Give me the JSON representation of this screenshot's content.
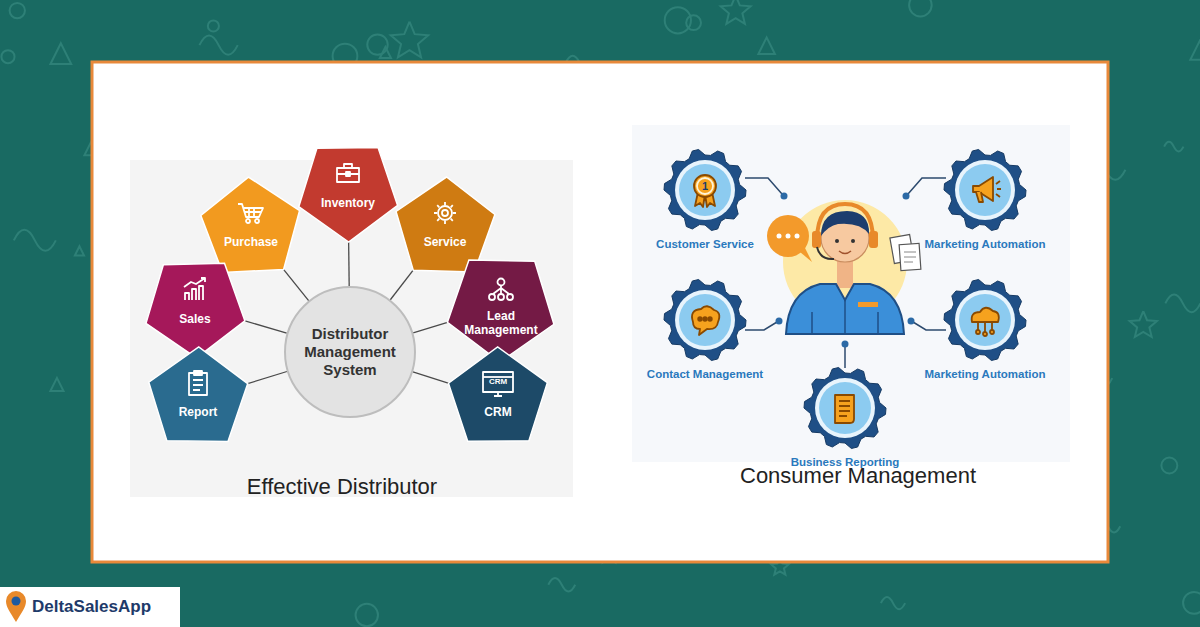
{
  "diagram": {
    "nodes": [
      {
        "text": [
          "Inventory"
        ]
      },
      {
        "text": [
          "Purchase"
        ]
      },
      {
        "text": [
          "Service"
        ]
      },
      {
        "text": [
          "Sales"
        ]
      },
      {
        "text": [
          "Lead Management"
        ]
      },
      {
        "text": [
          "Distributor Management System"
        ]
      },
      {
        "text": [
          "Report"
        ]
      },
      {
        "text": [
          "CRM"
        ]
      },
      {
        "text": [
          "Customer Service"
        ]
      },
      {
        "text": [
          "Marketing Automation"
        ]
      },
      {
        "text": [
          "Contact Management"
        ]
      },
      {
        "text": [
          "Marketing Automation"
        ]
      },
      {
        "text": [
          "Business Reporting"
        ]
      }
    ],
    "edges": [
      {
        "from": 5,
        "to": 0,
        "arrow": "none"
      },
      {
        "from": 5,
        "to": 1,
        "arrow": "none"
      },
      {
        "from": 5,
        "to": 2,
        "arrow": "none"
      },
      {
        "from": 5,
        "to": 3,
        "arrow": "none"
      },
      {
        "from": 5,
        "to": 4,
        "arrow": "none"
      },
      {
        "from": 5,
        "to": 6,
        "arrow": "none"
      },
      {
        "from": 5,
        "to": 7,
        "arrow": "none"
      }
    ],
    "labels": [
      "Effective Distributor",
      "Consumer Management",
      "1",
      "CRM",
      "DeltaSalesApp"
    ]
  }
}
